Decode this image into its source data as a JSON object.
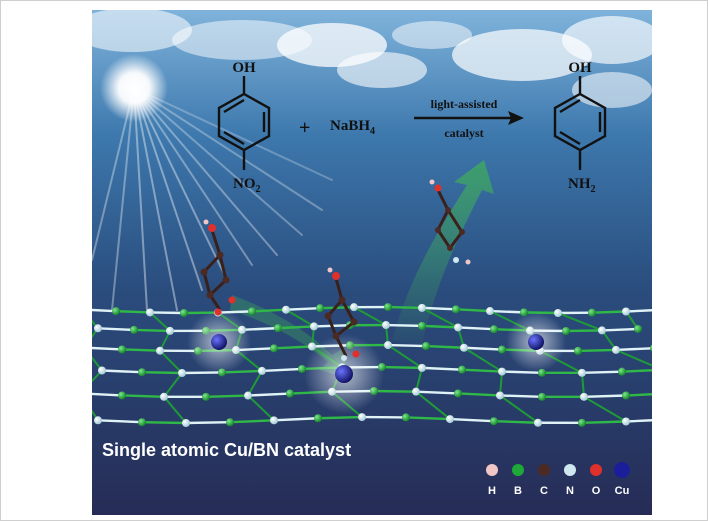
{
  "reactant": {
    "top_group": "OH",
    "bottom_group": "NO",
    "bottom_sub": "2"
  },
  "reagent": {
    "plus": "+",
    "name": "NaBH",
    "sub": "4"
  },
  "arrow": {
    "above": "light-assisted",
    "below": "catalyst"
  },
  "product": {
    "top_group": "OH",
    "bottom_group": "NH",
    "bottom_sub": "2"
  },
  "caption": "Single atomic Cu/BN catalyst",
  "legend": [
    {
      "label": "H",
      "color": "#f2c6c6"
    },
    {
      "label": "B",
      "color": "#1fa83a"
    },
    {
      "label": "C",
      "color": "#4a2a22"
    },
    {
      "label": "N",
      "color": "#cfe8ef"
    },
    {
      "label": "O",
      "color": "#e0302b"
    },
    {
      "label": "Cu",
      "color": "#1a1e9a"
    }
  ]
}
